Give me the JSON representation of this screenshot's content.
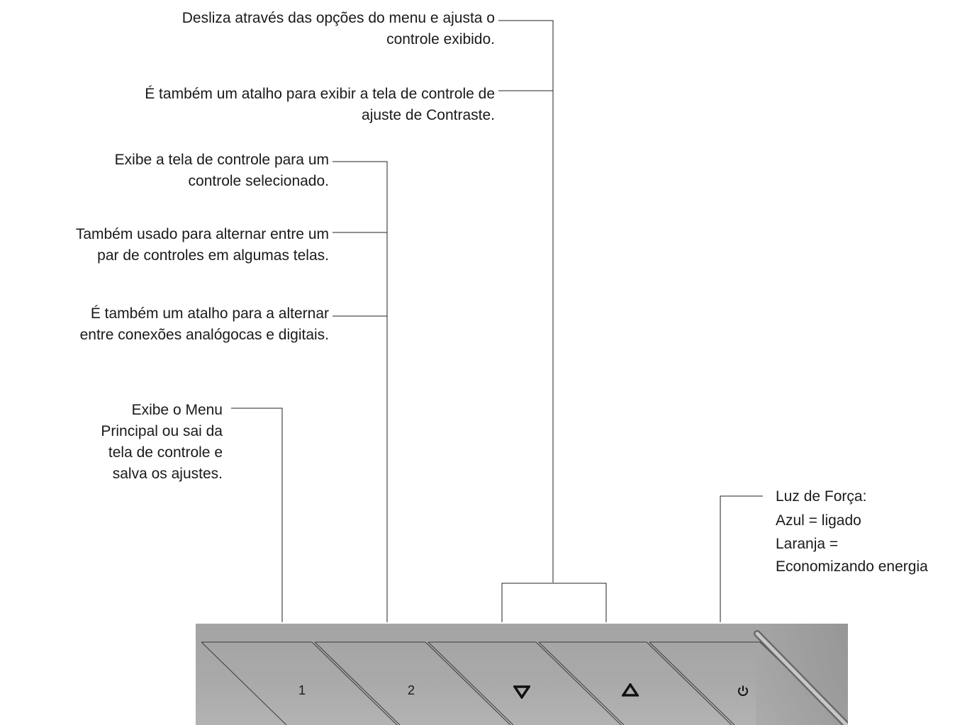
{
  "callouts": {
    "navigate": "Desliza através das opções do menu e ajusta o\ncontrole exibido.",
    "contrast_shortcut": "É também um atalho para exibir a tela de controle de\najuste de Contraste.",
    "show_control": "Exibe a tela de controle para um\ncontrole selecionado.",
    "toggle_pair": "Também usado para alternar entre um\npar de controles em algumas telas.",
    "input_shortcut": "É também um atalho para a alternar\nentre conexões analógocas e digitais.",
    "main_menu": "Exibe o Menu\nPrincipal ou sai da\ntela de controle e\nsalva os ajustes.",
    "power_light_title": "Luz de Força:",
    "power_light_blue": "Azul = ligado",
    "power_light_orange": "Laranja =\nEconomizando energia"
  },
  "buttons": [
    {
      "label": "1",
      "icon": ""
    },
    {
      "label": "2",
      "icon": ""
    },
    {
      "label": "",
      "icon": "down-triangle-icon"
    },
    {
      "label": "",
      "icon": "up-triangle-icon"
    },
    {
      "label": "",
      "icon": "power-icon"
    }
  ],
  "colors": {
    "panel": "#a9a9a9",
    "line": "#222222",
    "text": "#1a1a1a"
  }
}
